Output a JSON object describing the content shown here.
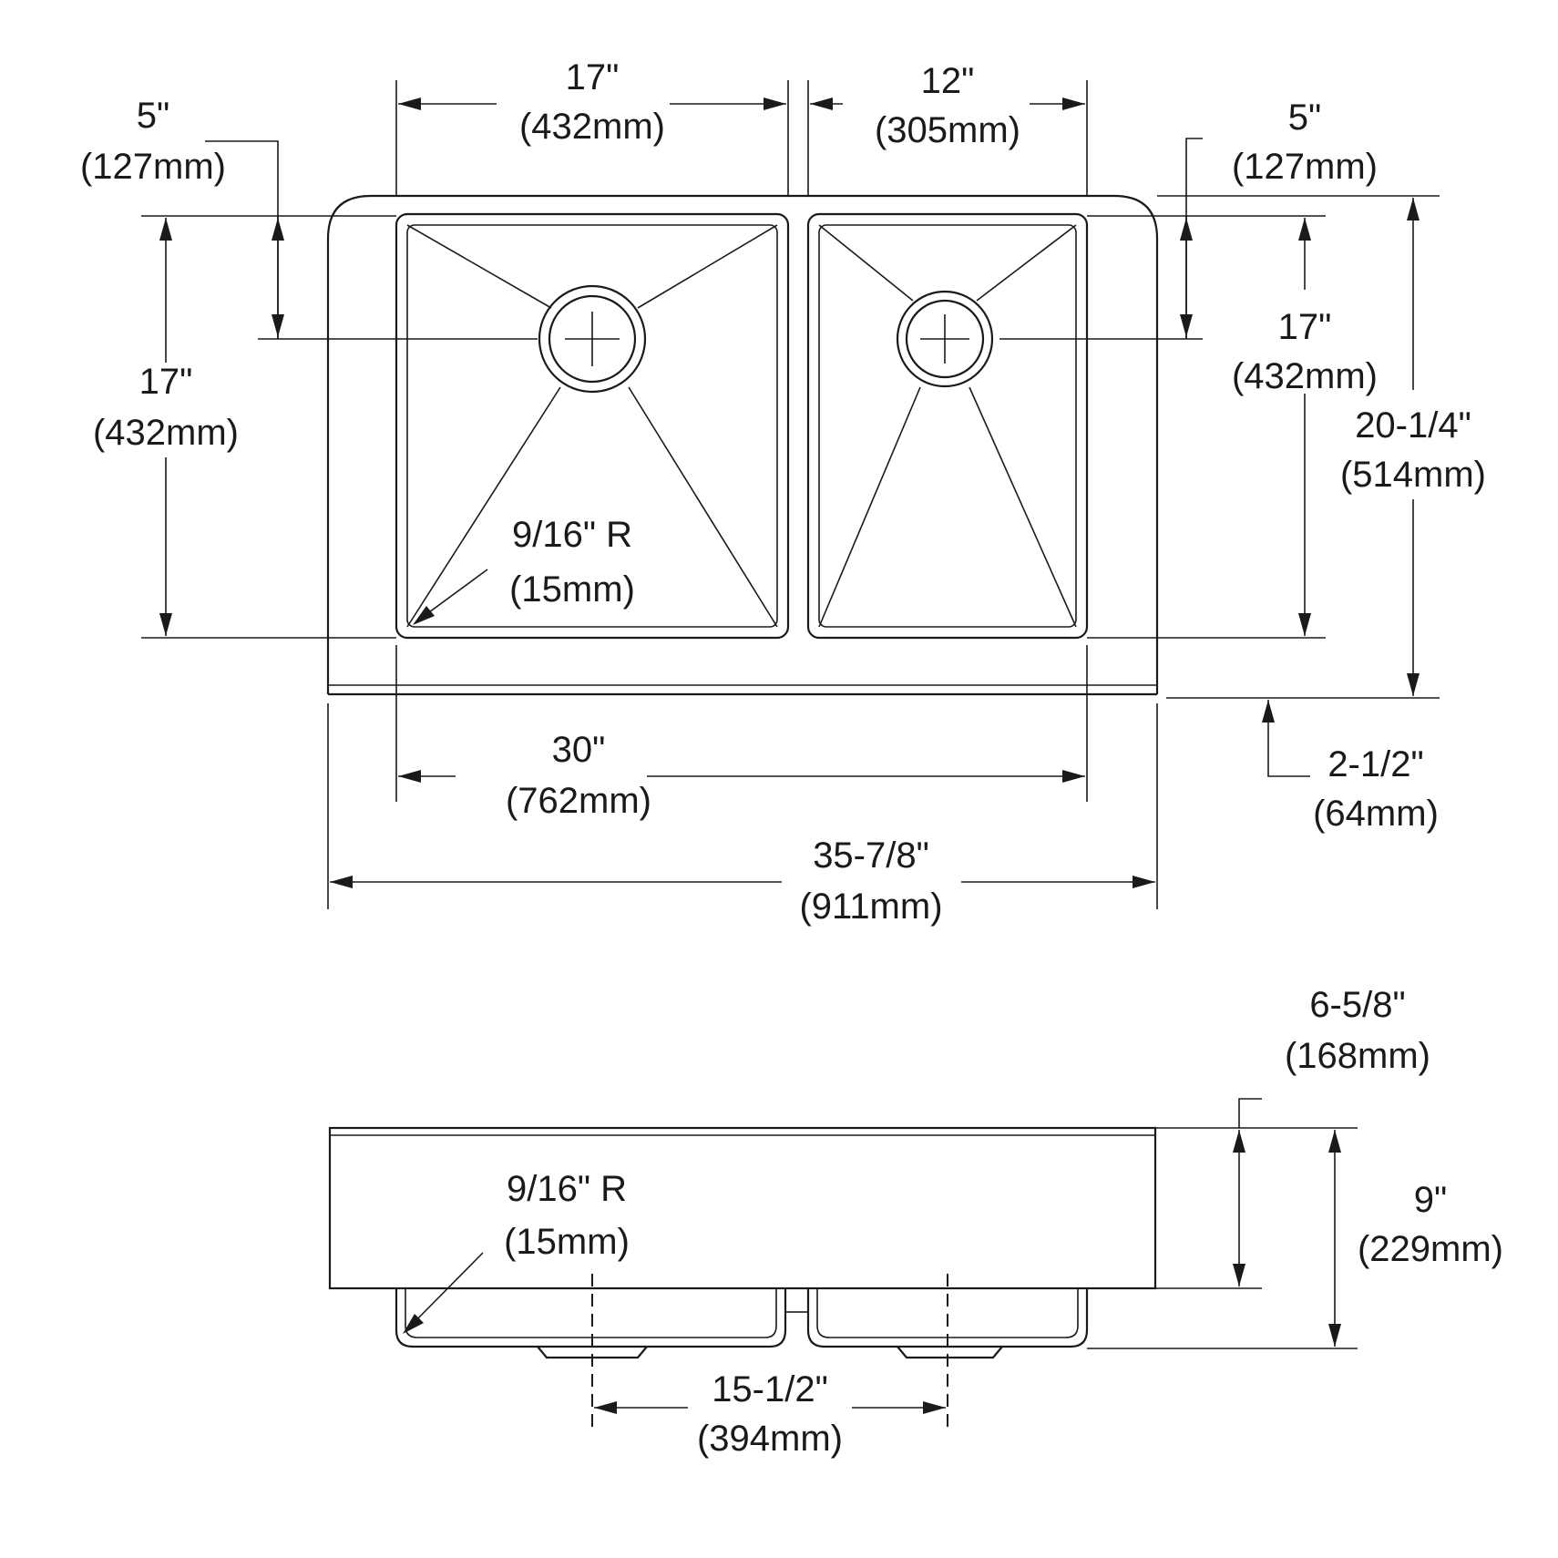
{
  "top_view": {
    "left_bowl_width": {
      "imperial": "17\"",
      "metric": "(432mm)"
    },
    "right_bowl_width": {
      "imperial": "12\"",
      "metric": "(305mm)"
    },
    "left_drain_offset": {
      "imperial": "5\"",
      "metric": "(127mm)"
    },
    "right_drain_offset": {
      "imperial": "5\"",
      "metric": "(127mm)"
    },
    "left_bowl_depth": {
      "imperial": "17\"",
      "metric": "(432mm)"
    },
    "right_bowl_depth": {
      "imperial": "17\"",
      "metric": "(432mm)"
    },
    "overall_depth": {
      "imperial": "20-1/4\"",
      "metric": "(514mm)"
    },
    "corner_radius": {
      "imperial": "9/16\" R",
      "metric": "(15mm)"
    },
    "bowls_span": {
      "imperial": "30\"",
      "metric": "(762mm)"
    },
    "apron_depth": {
      "imperial": "2-1/2\"",
      "metric": "(64mm)"
    },
    "overall_width": {
      "imperial": "35-7/8\"",
      "metric": "(911mm)"
    }
  },
  "front_view": {
    "apron_height": {
      "imperial": "6-5/8\"",
      "metric": "(168mm)"
    },
    "overall_height": {
      "imperial": "9\"",
      "metric": "(229mm)"
    },
    "corner_radius": {
      "imperial": "9/16\" R",
      "metric": "(15mm)"
    },
    "drain_spacing": {
      "imperial": "15-1/2\"",
      "metric": "(394mm)"
    }
  }
}
